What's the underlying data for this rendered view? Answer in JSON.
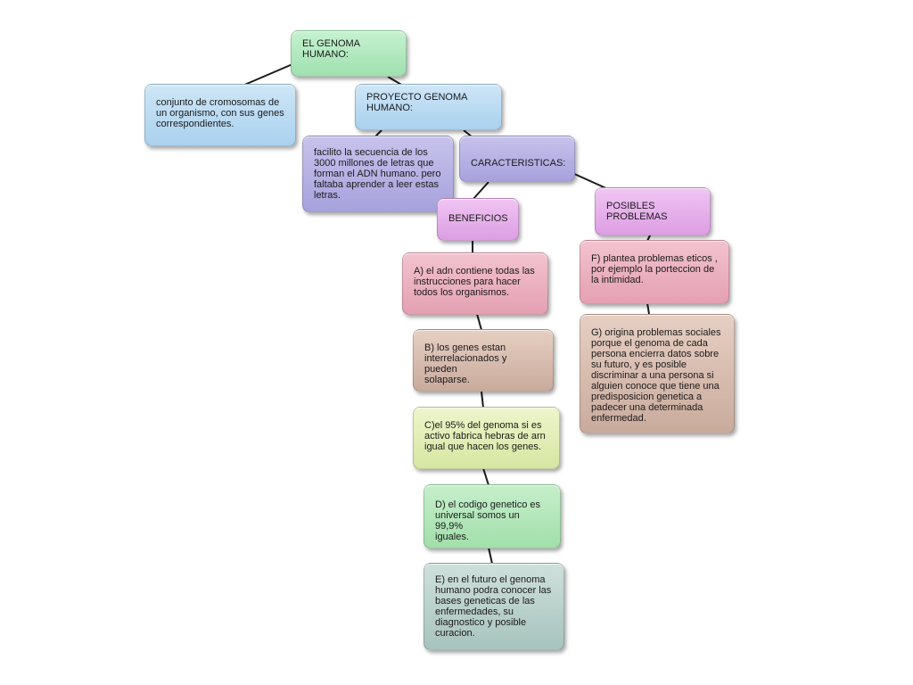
{
  "nodes": {
    "genoma": "EL GENOMA\nHUMANO:",
    "definicion": "conjunto de cromosomas de\nun organismo, con sus genes\ncorrespondientes.",
    "proyecto": "PROYECTO GENOMA\nHUMANO:",
    "facilito": "facilito la secuencia de los\n3000 millones de letras que\nforman el ADN humano. pero\nfaltaba aprender a leer estas\nletras.",
    "caracteristicas": "CARACTERISTICAS:",
    "beneficios": "BENEFICIOS",
    "posibles_problemas": "POSIBLES\nPROBLEMAS",
    "a": "A) el adn contiene todas las\ninstrucciones para hacer\ntodos los organismos.",
    "b": "B) los genes estan\ninterrelacionados y pueden\nsolaparse.",
    "c": "C)el 95% del genoma si es\nactivo fabrica hebras de arn\nigual que hacen los genes.",
    "d": "D) el codigo genetico es\nuniversal somos un 99,9%\niguales.",
    "e": "E) en el futuro el genoma\nhumano podra conocer las\nbases geneticas de las\nenfermedades, su\ndiagnostico y posible\ncuracion.",
    "f": "F) plantea problemas eticos ,\npor ejemplo la porteccion de\nla intimidad.",
    "g": "G) origina problemas sociales\nporque el genoma de cada\npersona encierra datos sobre\nsu futuro, y es posible\ndiscriminar a una persona si\nalguien conoce que tiene una\npredisposicion genetica a\npadecer una determinada\nenfermedad."
  }
}
